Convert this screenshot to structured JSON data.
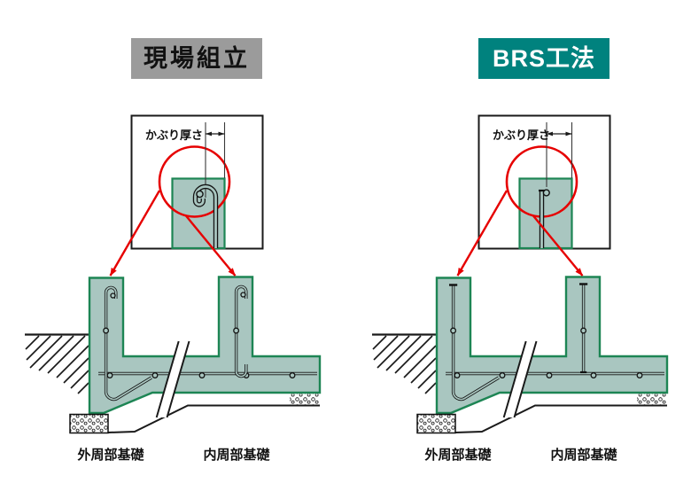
{
  "figure": {
    "description_labels": {
      "cover_thickness": "かぶり厚さ",
      "outer_foundation": "外周部基礎",
      "inner_foundation": "内周部基礎"
    }
  },
  "panels": [
    {
      "id": "site-assembly",
      "header_label": "現場組立",
      "cover_label": "かぶり厚さ",
      "outer_label": "外周部基礎",
      "inner_label": "内周部基礎"
    },
    {
      "id": "brs-method",
      "header_label": "BRS工法",
      "cover_label": "かぶり厚さ",
      "outer_label": "外周部基礎",
      "inner_label": "内周部基礎"
    }
  ],
  "colors": {
    "concrete_fill": "#a9c6c0",
    "concrete_edge": "#1d8554",
    "annotation_red": "#e60000",
    "header_gray": "#9b9b9b",
    "header_teal": "#00827e",
    "line_black": "#1a1a1a",
    "background": "#ffffff"
  }
}
